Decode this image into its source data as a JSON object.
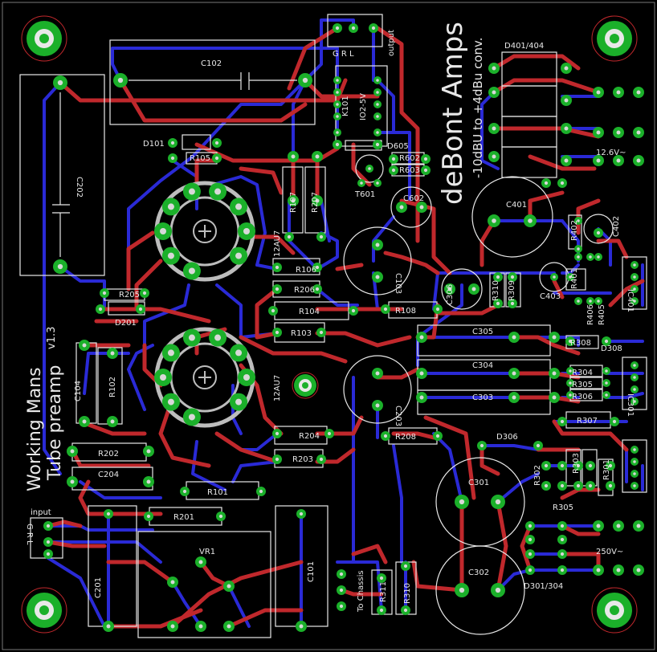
{
  "board": {
    "title": "deBont Amps",
    "subtitle": "-10dBU to +4dBu conv.",
    "side_title_1": "Working Mans",
    "side_title_2": "Tube preamp",
    "version": "v1.3"
  },
  "labels": {
    "input": "input",
    "output": "output",
    "chassis": "To Chassis",
    "v126": "12.6V~",
    "v250": "250V~",
    "in_pins": "G R L",
    "out_pins": "G R L",
    "d401_404": "D401/404",
    "d301_304": "D301/304",
    "d605": "D605",
    "d101": "D101",
    "d201": "D201",
    "d306": "D306",
    "d308": "D308",
    "k101": "K101",
    "io": "IO2-5V",
    "c102": "C102",
    "c202": "C202",
    "c104": "C104",
    "c204": "C204",
    "c201": "C201",
    "c101": "C101",
    "c103": "C103",
    "c203": "C203",
    "c401": "C401",
    "c402": "C402",
    "c403": "C403",
    "c602": "C602",
    "c301": "C301",
    "c302": "C302",
    "c303": "C303",
    "c304": "C304",
    "c305": "C305",
    "c306": "C306",
    "r105": "R105",
    "r107": "R107",
    "r207": "R207",
    "r106": "R106",
    "r206": "R206",
    "r104": "R104",
    "r103": "R103",
    "r102": "R102",
    "r202": "R202",
    "r101": "R101",
    "r201": "R201",
    "r204": "R204",
    "r203": "R203",
    "r205": "R205",
    "r108": "R108",
    "r208": "R208",
    "r602": "R602",
    "r603": "R603",
    "r310": "R310",
    "r309": "R309",
    "r308": "R308",
    "r304": "R304",
    "r305": "R305",
    "r306": "R306",
    "r307": "R307",
    "r402": "R402",
    "r401": "R401",
    "r302": "R302",
    "r303": "R303",
    "r305b": "R305",
    "r311": "R311",
    "r310b": "R310",
    "r405": "R405",
    "r406": "R406",
    "r301": "R301",
    "t601": "T601",
    "ic401": "IC401",
    "ic301": "IC301",
    "vr1": "VR1",
    "tube1": "12AU7",
    "tube2": "12AU7"
  },
  "colors": {
    "background": "#000000",
    "top_copper": "#c0282c",
    "bottom_copper": "#2a2ad6",
    "pad": "#1bb02a",
    "silkscreen": "#e8e8e8"
  }
}
